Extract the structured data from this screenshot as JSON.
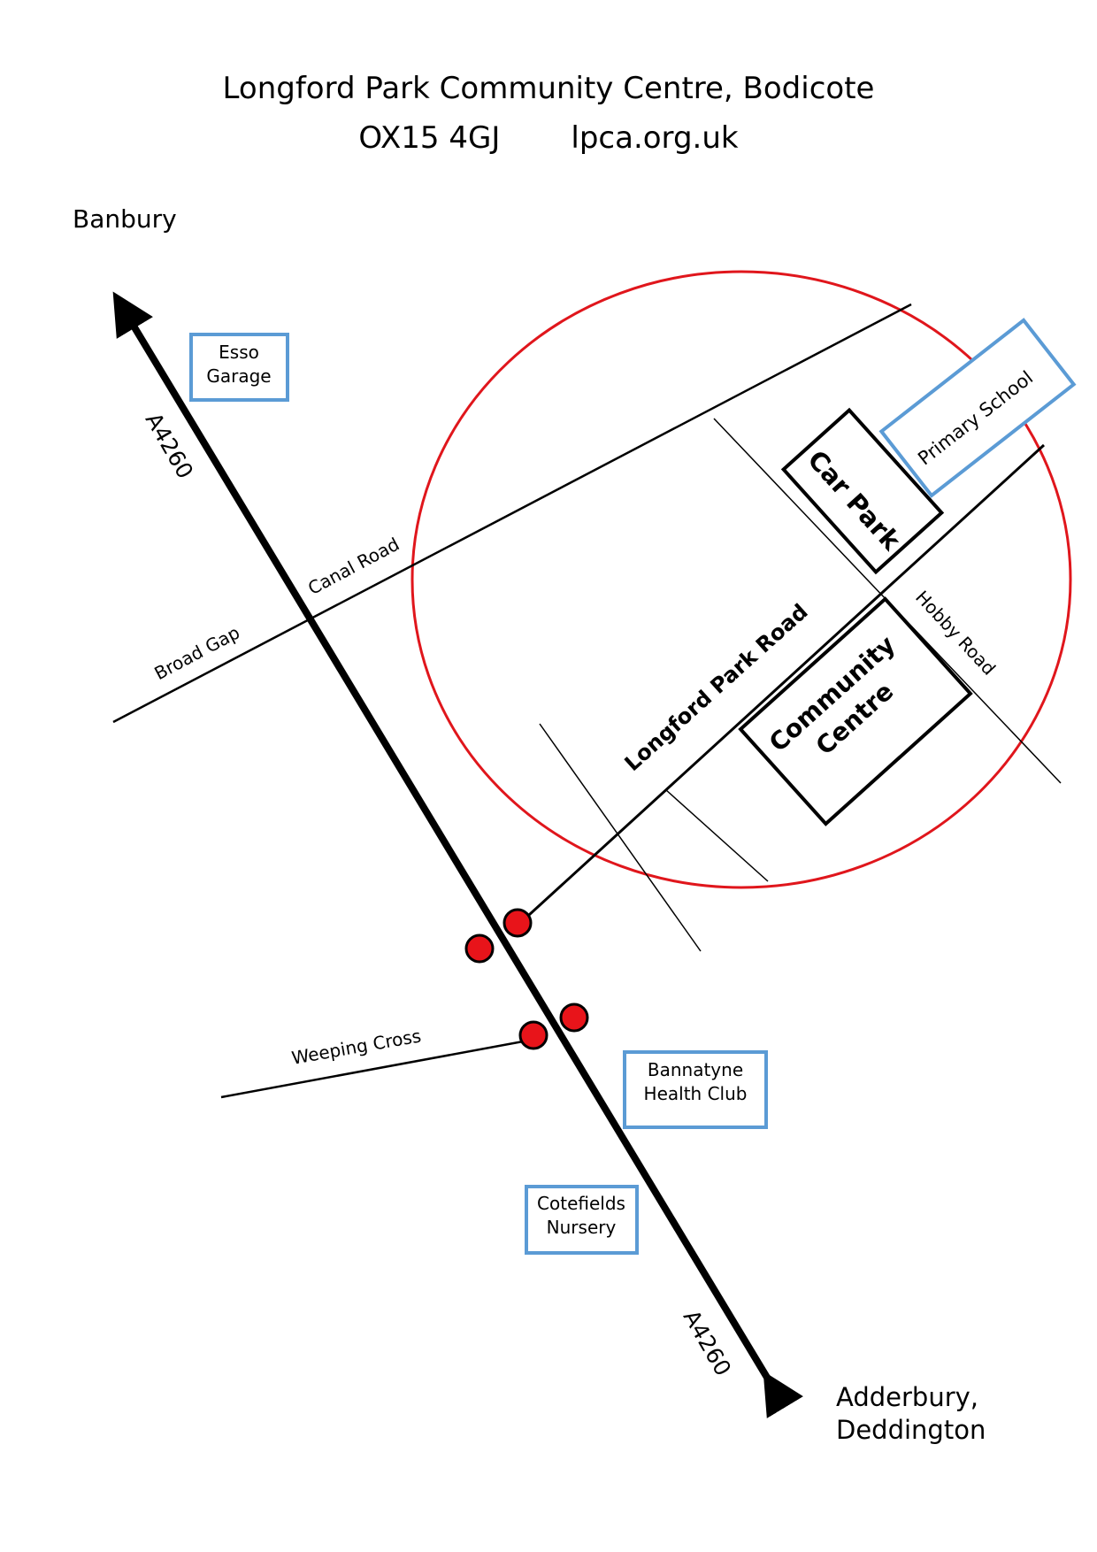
{
  "header": {
    "title": "Longford Park Community Centre, Bodicote",
    "postcode": "OX15 4GJ",
    "website": "lpca.org.uk"
  },
  "places": {
    "banbury": "Banbury",
    "adderbury_line1": "Adderbury,",
    "adderbury_line2": "Deddington"
  },
  "roads": {
    "a4260_top": "A4260",
    "a4260_bottom": "A4260",
    "canal_road": "Canal Road",
    "broad_gap": "Broad Gap",
    "longford_park_road": "Longford Park Road",
    "hobby_road": "Hobby Road",
    "weeping_cross": "Weeping Cross"
  },
  "buildings": {
    "car_park": "Car Park",
    "community_centre_line1": "Community",
    "community_centre_line2": "Centre"
  },
  "landmarks": {
    "esso_line1": "Esso",
    "esso_line2": "Garage",
    "primary_school": "Primary School",
    "bannatyne_line1": "Bannatyne",
    "bannatyne_line2": "Health Club",
    "cotefields_line1": "Cotefields",
    "cotefields_line2": "Nursery"
  },
  "colors": {
    "road": "#000000",
    "highlight_circle": "#e0161c",
    "roundabout_marker": "#e8141a",
    "landmark_border": "#5b9bd5"
  }
}
